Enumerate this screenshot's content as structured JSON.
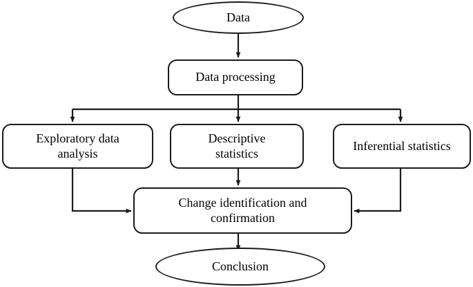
{
  "diagram": {
    "title": "Data analysis workflow flowchart",
    "type": "flowchart",
    "background_color": "#ffffff",
    "stroke_color": "#1a1a1a",
    "nodes": {
      "data": {
        "label": "Data",
        "shape": "ellipse"
      },
      "data_processing": {
        "label": "Data processing",
        "shape": "rounded-rectangle"
      },
      "exploratory": {
        "label": "Exploratory data\nanalysis",
        "shape": "rounded-rectangle"
      },
      "descriptive": {
        "label": "Descriptive\nstatistics",
        "shape": "rounded-rectangle"
      },
      "inferential": {
        "label": "Inferential statistics",
        "shape": "rounded-rectangle"
      },
      "change": {
        "label": "Change identification and\nconfirmation",
        "shape": "rounded-rectangle"
      },
      "conclusion": {
        "label": "Conclusion",
        "shape": "ellipse"
      }
    },
    "edges": [
      {
        "from": "data",
        "to": "data_processing",
        "style": "straight-arrow"
      },
      {
        "from": "data_processing",
        "to": "exploratory",
        "style": "elbow-arrow"
      },
      {
        "from": "data_processing",
        "to": "descriptive",
        "style": "straight-arrow"
      },
      {
        "from": "data_processing",
        "to": "inferential",
        "style": "elbow-arrow"
      },
      {
        "from": "exploratory",
        "to": "change",
        "style": "elbow-arrow"
      },
      {
        "from": "descriptive",
        "to": "change",
        "style": "straight-arrow"
      },
      {
        "from": "inferential",
        "to": "change",
        "style": "elbow-arrow"
      },
      {
        "from": "change",
        "to": "conclusion",
        "style": "straight-arrow"
      }
    ]
  }
}
